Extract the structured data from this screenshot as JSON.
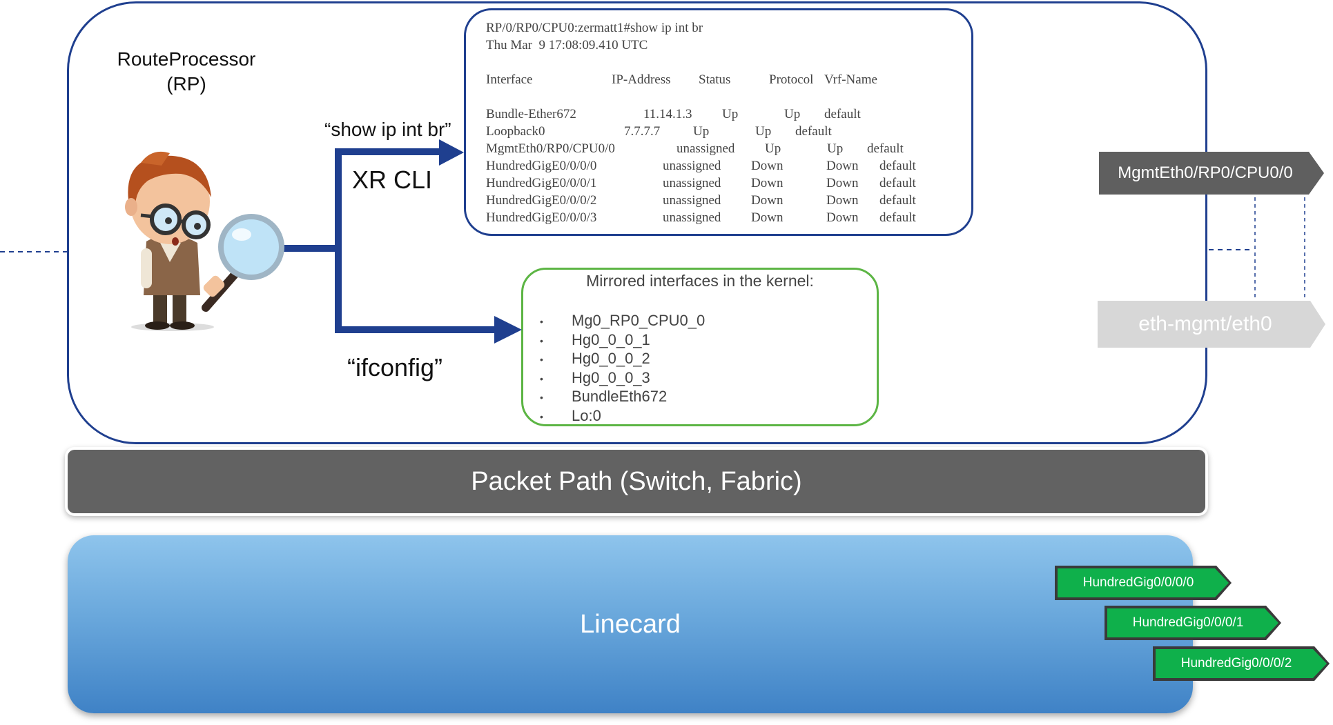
{
  "route_processor": {
    "title_line1": "RouteProcessor",
    "title_line2": "(RP)"
  },
  "cli_output": {
    "prompt": "RP/0/RP0/CPU0:zermatt1#show ip int br",
    "timestamp": "Thu Mar  9 17:08:09.410 UTC",
    "headers": [
      "Interface",
      "IP-Address",
      "Status",
      "Protocol",
      "Vrf-Name"
    ],
    "rows": [
      [
        "Bundle-Ether672",
        "11.14.1.3",
        "Up",
        "Up",
        "default"
      ],
      [
        "Loopback0",
        "7.7.7.7",
        "Up",
        "Up",
        "default"
      ],
      [
        "MgmtEth0/RP0/CPU0/0",
        "unassigned",
        "Up",
        "Up",
        "default"
      ],
      [
        "HundredGigE0/0/0/0",
        "unassigned",
        "Down",
        "Down",
        "default"
      ],
      [
        "HundredGigE0/0/0/1",
        "unassigned",
        "Down",
        "Down",
        "default"
      ],
      [
        "HundredGigE0/0/0/2",
        "unassigned",
        "Down",
        "Down",
        "default"
      ],
      [
        "HundredGigE0/0/0/3",
        "unassigned",
        "Down",
        "Down",
        "default"
      ]
    ]
  },
  "labels": {
    "show_cmd": "“show ip int br”",
    "xr_cli": "XR CLI",
    "ifconfig": "“ifconfig”"
  },
  "kernel": {
    "title": "Mirrored interfaces in the kernel:",
    "bullet": "•",
    "items": [
      "Mg0_RP0_CPU0_0",
      "Hg0_0_0_1",
      "Hg0_0_0_2",
      "Hg0_0_0_3",
      "BundleEth672",
      "Lo:0"
    ]
  },
  "ports": {
    "mgmt": "MgmtEth0/RP0/CPU0/0",
    "eth_mgmt": "eth-mgmt/eth0"
  },
  "packet_path": {
    "label": "Packet Path (Switch, Fabric)"
  },
  "linecard": {
    "label": "Linecard",
    "ports": [
      "HundredGig0/0/0/0",
      "HundredGig0/0/0/1",
      "HundredGig0/0/0/2"
    ]
  },
  "colors": {
    "rp_border": "#1f3f8f",
    "kernel_border": "#5cb544",
    "packet_path": "#626262",
    "linecard": "#6aa8dc",
    "port_green": "#0fb04b",
    "arrow": "#1f3f8f"
  }
}
